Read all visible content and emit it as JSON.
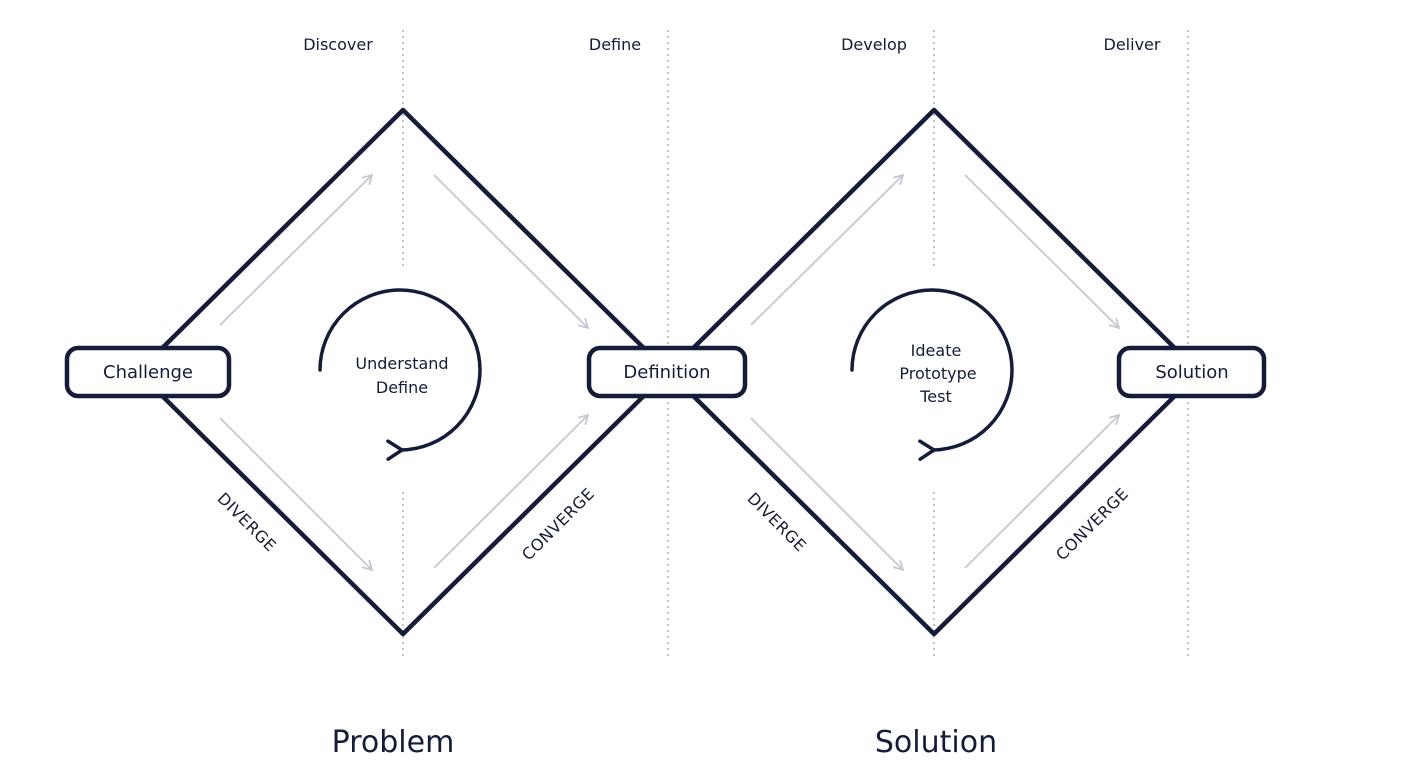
{
  "colors": {
    "ink": "#141c3a",
    "guide": "#a9adbd",
    "arrow": "#c5c8d2",
    "background": "#ffffff"
  },
  "phases": [
    "Discover",
    "Define",
    "Develop",
    "Deliver"
  ],
  "nodes": {
    "challenge": "Challenge",
    "definition": "Definition",
    "solution": "Solution"
  },
  "diamonds": [
    {
      "center_lines": [
        "Understand",
        "Define"
      ],
      "diverge": "DIVERGE",
      "converge": "CONVERGE"
    },
    {
      "center_lines": [
        "Ideate",
        "Prototype",
        "Test"
      ],
      "diverge": "DIVERGE",
      "converge": "CONVERGE"
    }
  ],
  "sections": [
    "Problem",
    "Solution"
  ]
}
